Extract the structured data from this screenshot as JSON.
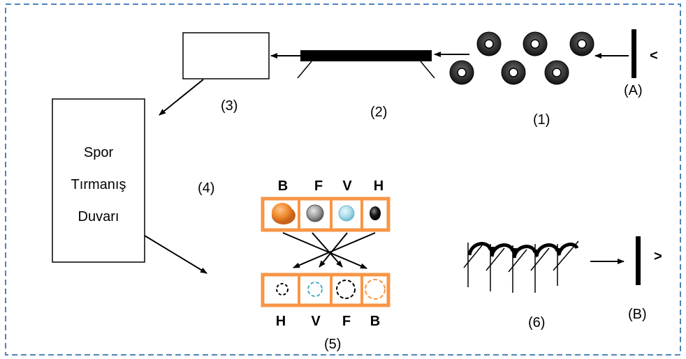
{
  "labels": {
    "step1": "(1)",
    "step2": "(2)",
    "step3": "(3)",
    "step4": "(4)",
    "step5": "(5)",
    "step6": "(6)",
    "pointA": "(A)",
    "pointB": "(B)",
    "start_marker": "<",
    "end_marker": ">"
  },
  "wall_box": {
    "line1": "Spor",
    "line2": "Tırmanış",
    "line3": "Duvarı"
  },
  "top_row": {
    "letters": [
      "B",
      "F",
      "V",
      "H"
    ],
    "fill_colors": [
      "#f08a2c",
      "#9a9a9a",
      "#a9dcea",
      "#1a1a1a"
    ]
  },
  "bottom_row": {
    "letters": [
      "H",
      "V",
      "F",
      "B"
    ],
    "dash_colors": [
      "#000000",
      "#4bacc6",
      "#000000",
      "#f79646"
    ]
  },
  "colors": {
    "frame_border": "#f79646",
    "page_border": "#4f81bd"
  }
}
